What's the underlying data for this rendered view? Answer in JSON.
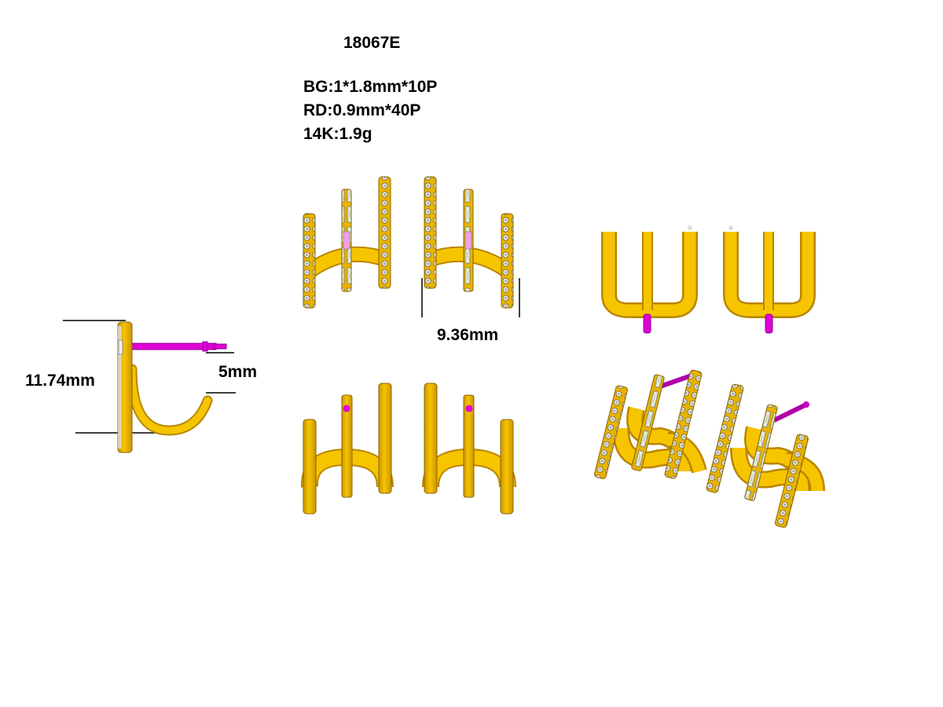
{
  "model_number": "18067E",
  "specs": [
    "BG:1*1.8mm*10P",
    "RD:0.9mm*40P",
    "14K:1.9g"
  ],
  "dimensions": {
    "height": "11.74mm",
    "post": "5mm",
    "width": "9.36mm"
  },
  "colors": {
    "gold": "#f2b500",
    "gold_dark": "#b88600",
    "post": "#e000d8",
    "stone": "#d8d8d8"
  }
}
